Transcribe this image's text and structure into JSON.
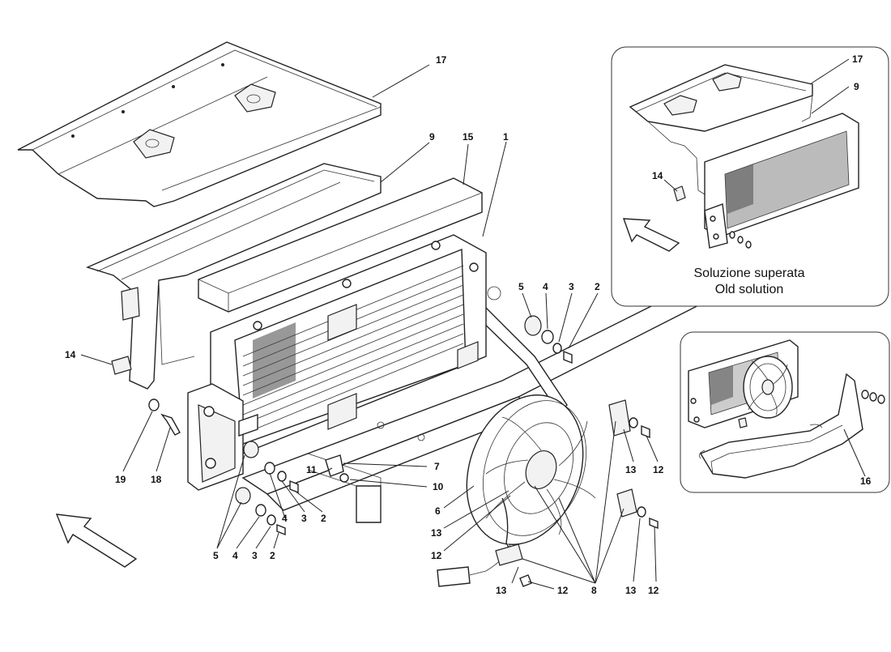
{
  "inset_old": {
    "title_it": "Soluzione superata",
    "title_en": "Old solution"
  },
  "labels": {
    "p17a": "17",
    "p9a": "9",
    "p15": "15",
    "p1": "1",
    "p5a": "5",
    "p4a": "4",
    "p3a": "3",
    "p2a": "2",
    "p14a": "14",
    "p19": "19",
    "p18": "18",
    "p11": "11",
    "p7": "7",
    "p10": "10",
    "p3b": "3",
    "p2b": "2",
    "p4b": "4",
    "p5b": "5",
    "p4c": "4",
    "p3c": "3",
    "p2c": "2",
    "p6": "6",
    "p13a": "13",
    "p12a": "12",
    "p13b": "13",
    "p12b": "12",
    "p13c": "13",
    "p12c": "12",
    "p8": "8",
    "p13d": "13",
    "p12d": "12",
    "p17b": "17",
    "p9b": "9",
    "p14b": "14",
    "p16": "16"
  }
}
